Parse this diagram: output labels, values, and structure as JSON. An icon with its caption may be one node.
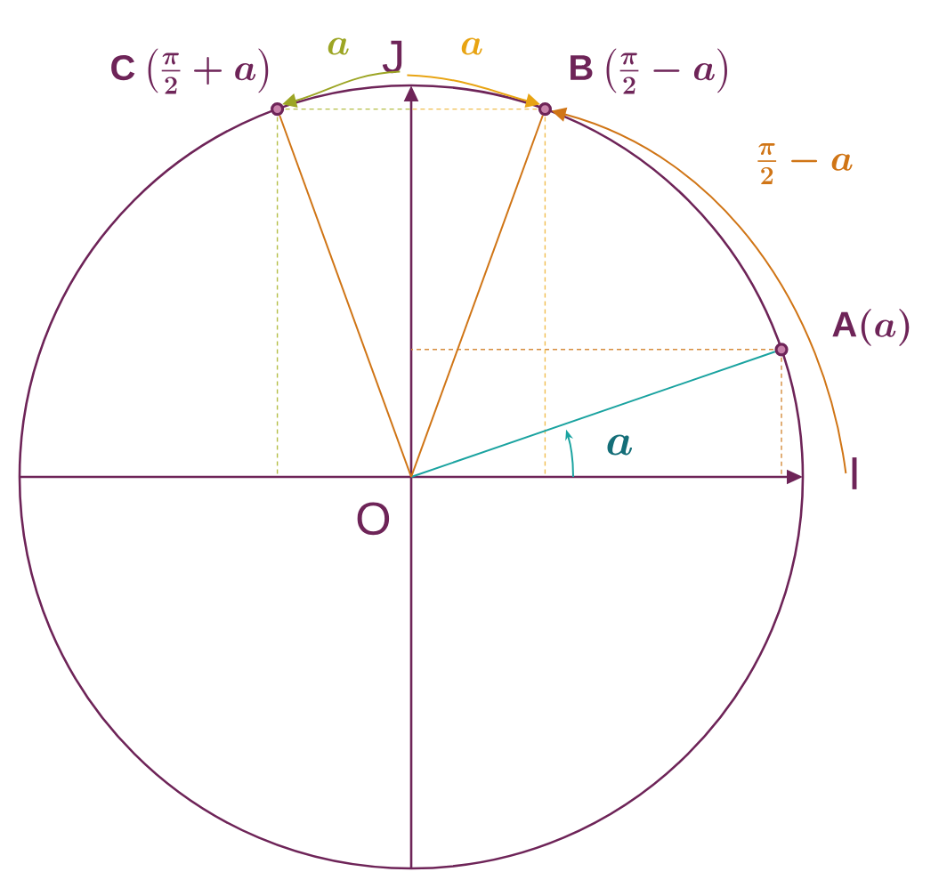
{
  "diagram": {
    "nodes": [
      {
        "text": [
          "O"
        ]
      },
      {
        "text": [
          "I"
        ]
      },
      {
        "text": [
          "J"
        ]
      },
      {
        "text": [],
        "shape": "circle",
        "beside": [
          "\\mathrm{A}(a)"
        ]
      },
      {
        "text": [],
        "shape": "circle",
        "beside": [
          "\\mathrm{B}\\left(\\frac{\\pi}{2}-a\\right)"
        ]
      },
      {
        "text": [],
        "shape": "circle",
        "beside": [
          "\\mathrm{C}\\left(\\frac{\\pi}{2}+a\\right)"
        ]
      }
    ],
    "edges": [
      {
        "from": 0,
        "to": 3,
        "arrow": "none",
        "color": "#1aa3a0"
      },
      {
        "from": 0,
        "to": 4,
        "arrow": "none",
        "color": "#d07516"
      },
      {
        "from": 0,
        "to": 5,
        "arrow": "none",
        "color": "#d07516"
      },
      {
        "from": 1,
        "to": 4,
        "arrow": "to",
        "label": "\\frac{\\pi}{2}-a",
        "color": "#d07516"
      },
      {
        "from": 2,
        "to": 4,
        "arrow": "to",
        "label": "a",
        "color": "#e8a413"
      },
      {
        "from": 2,
        "to": 5,
        "arrow": "to",
        "label": "a",
        "color": "#9ca524"
      }
    ],
    "labels": [
      "a"
    ]
  }
}
